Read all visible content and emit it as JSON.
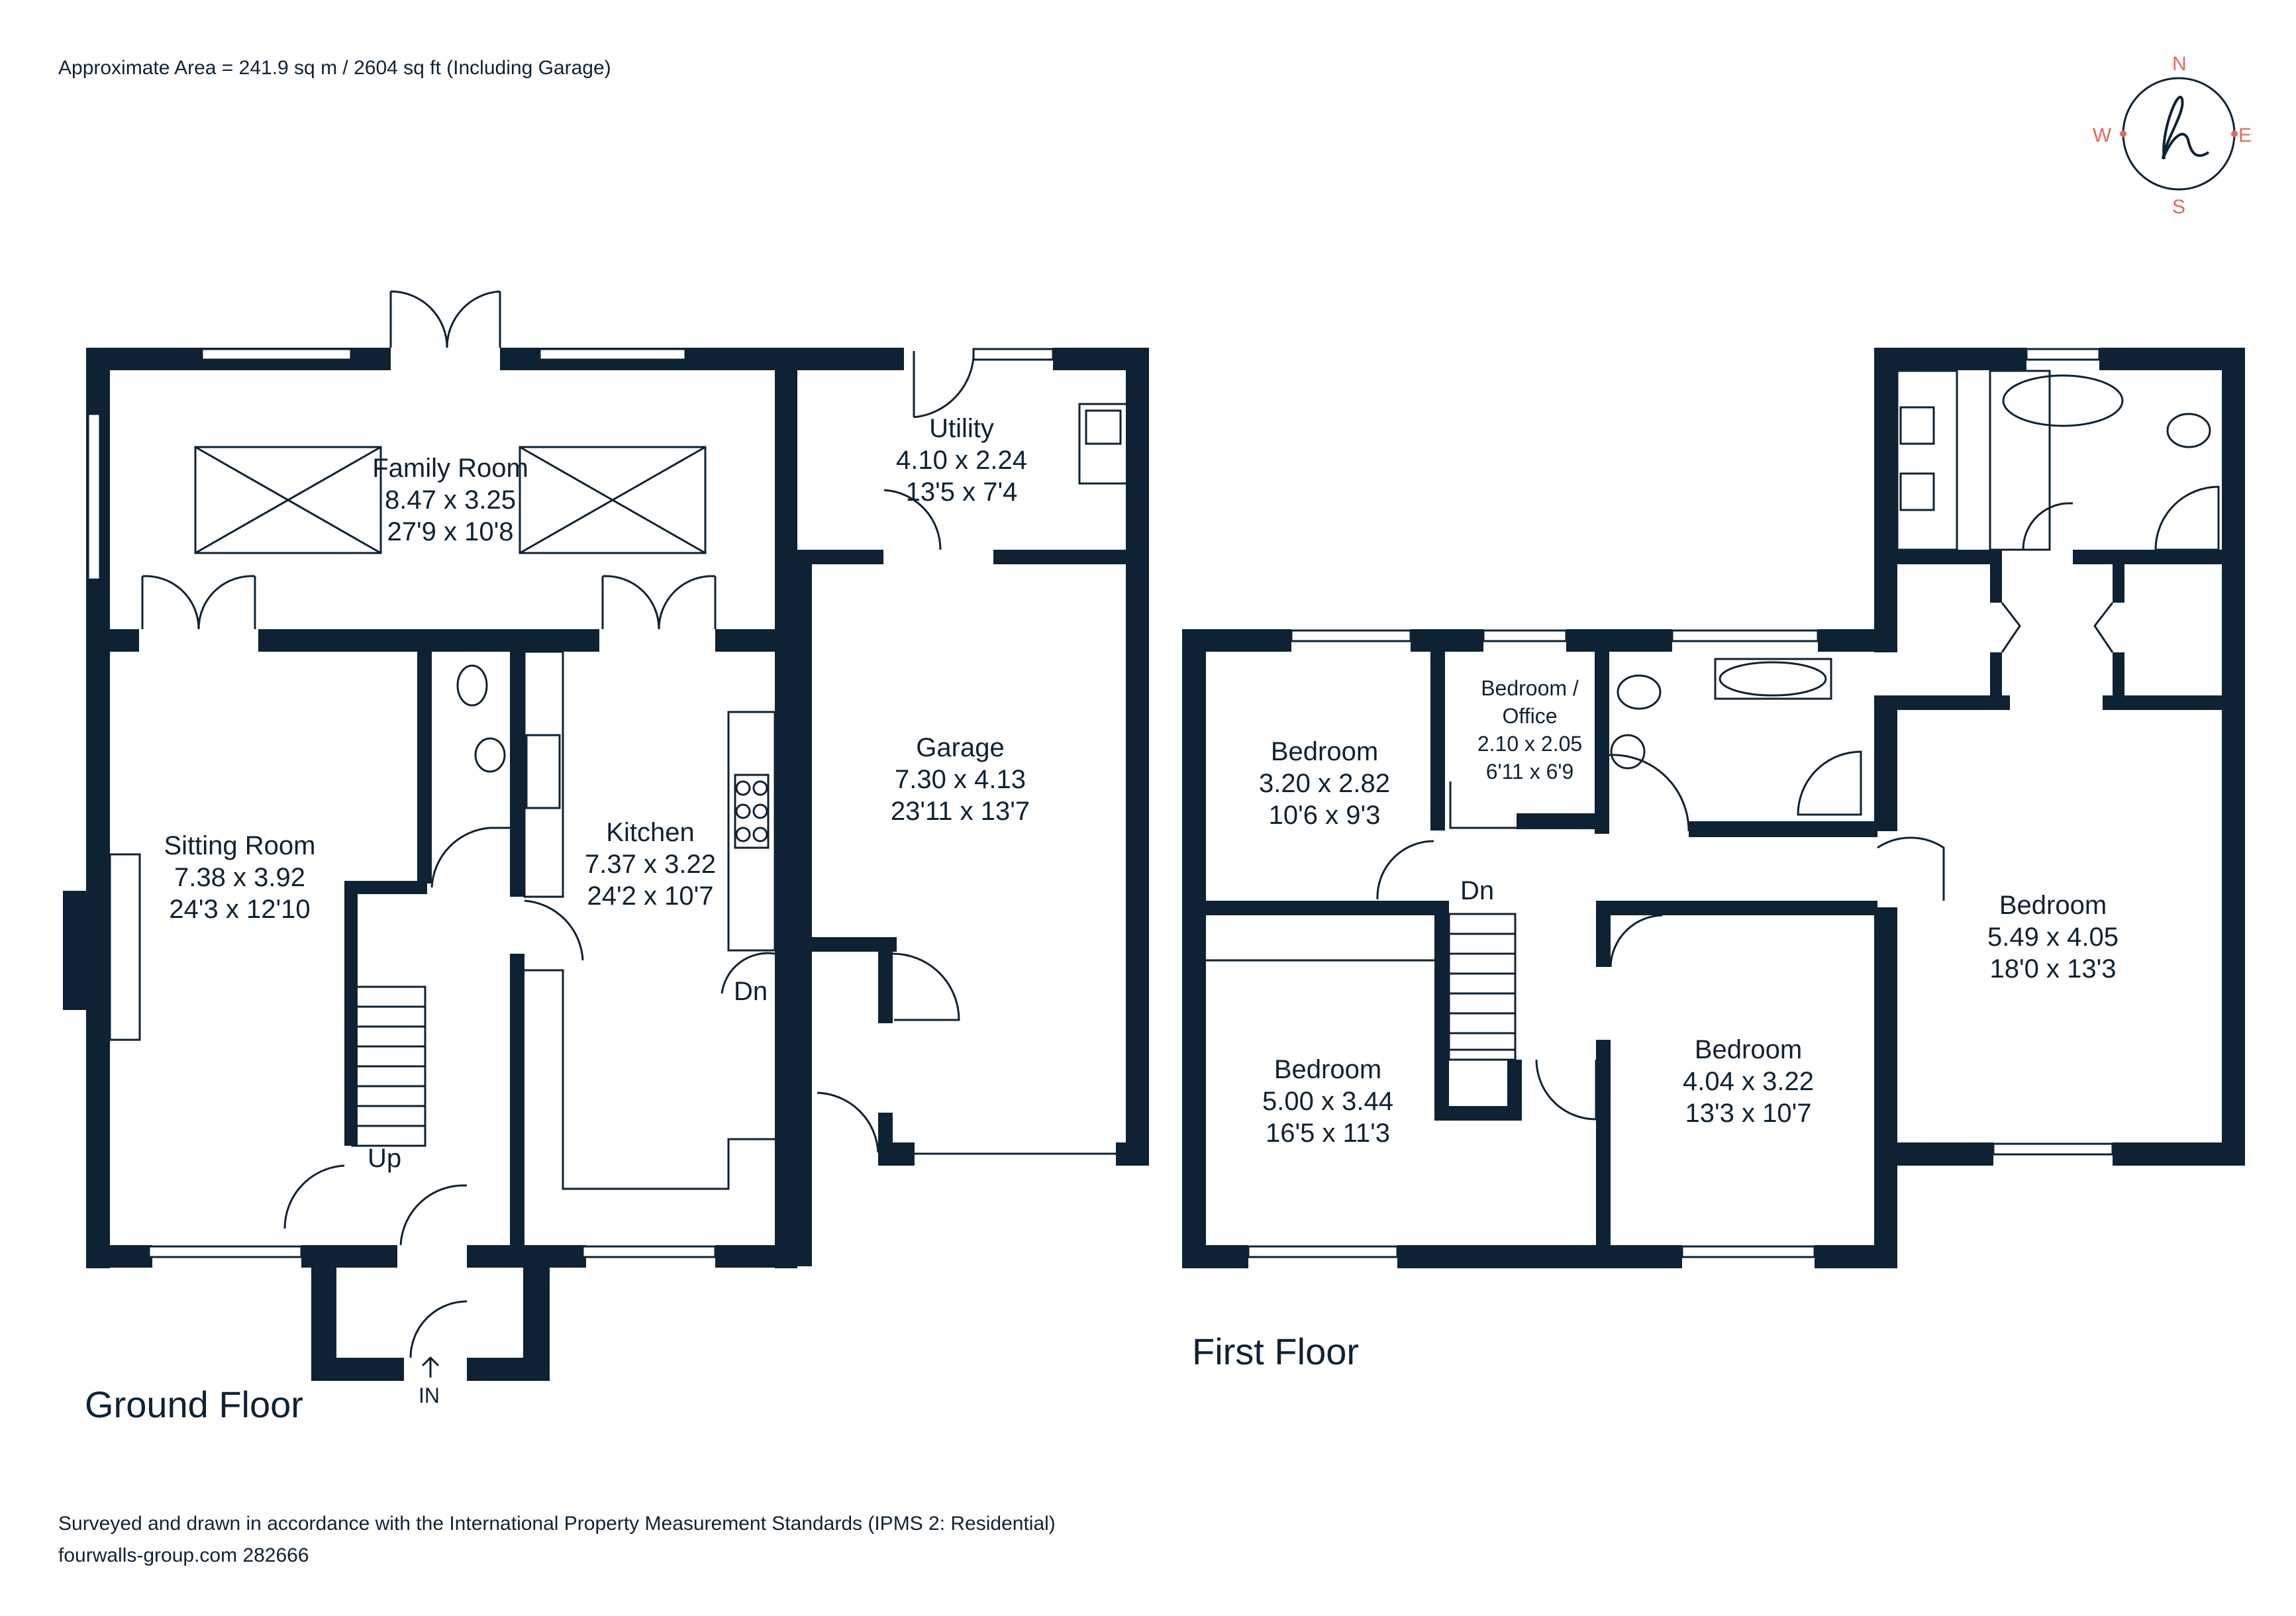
{
  "header": {
    "area": "Approximate Area = 241.9 sq m / 2604 sq ft (Including Garage)"
  },
  "compass": {
    "n": "N",
    "e": "E",
    "s": "S",
    "w": "W",
    "accent": "#e3685f"
  },
  "colors": {
    "wall": "#0f2233",
    "background": "#ffffff"
  },
  "ground_floor": {
    "label": "Ground Floor",
    "entrance": "IN",
    "stairs_up": "Up",
    "stairs_down": "Dn",
    "rooms": [
      {
        "name": "Family Room",
        "metric": "8.47 x 3.25",
        "imperial": "27'9 x 10'8"
      },
      {
        "name": "Utility",
        "metric": "4.10 x 2.24",
        "imperial": "13'5 x 7'4"
      },
      {
        "name": "Sitting Room",
        "metric": "7.38 x 3.92",
        "imperial": "24'3 x 12'10"
      },
      {
        "name": "Kitchen",
        "metric": "7.37 x 3.22",
        "imperial": "24'2 x 10'7"
      },
      {
        "name": "Garage",
        "metric": "7.30 x 4.13",
        "imperial": "23'11 x 13'7"
      }
    ]
  },
  "first_floor": {
    "label": "First Floor",
    "stairs_down": "Dn",
    "rooms": [
      {
        "name": "Bedroom",
        "metric": "3.20 x 2.82",
        "imperial": "10'6 x 9'3"
      },
      {
        "name": "Bedroom /",
        "name2": "Office",
        "metric": "2.10 x 2.05",
        "imperial": "6'11 x 6'9"
      },
      {
        "name": "Bedroom",
        "metric": "5.49 x 4.05",
        "imperial": "18'0 x 13'3"
      },
      {
        "name": "Bedroom",
        "metric": "5.00 x 3.44",
        "imperial": "16'5 x 11'3"
      },
      {
        "name": "Bedroom",
        "metric": "4.04 x 3.22",
        "imperial": "13'3 x 10'7"
      }
    ]
  },
  "footer": {
    "standard": "Surveyed and drawn in accordance with the International Property Measurement Standards (IPMS 2: Residential)",
    "reference": "fourwalls-group.com 282666"
  }
}
